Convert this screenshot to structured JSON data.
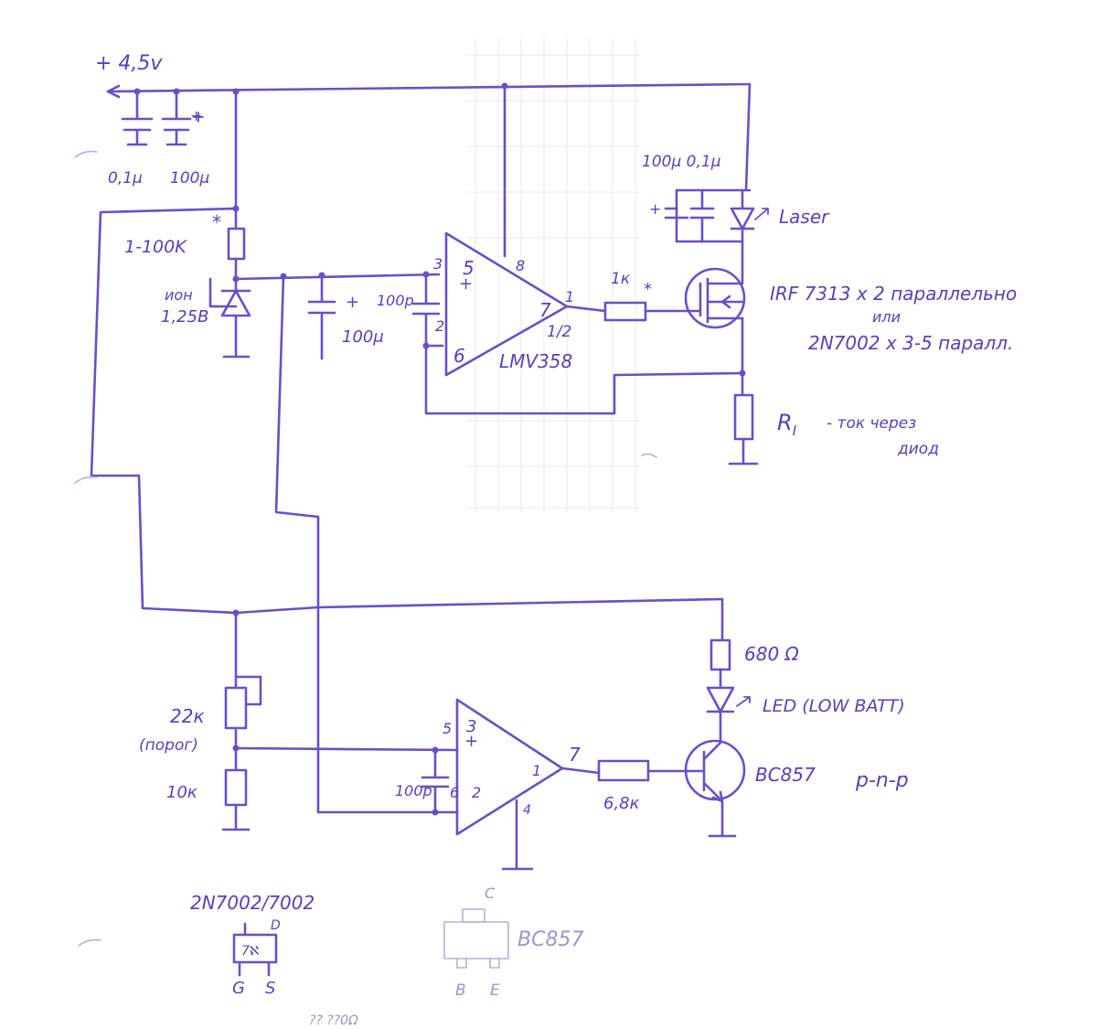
{
  "power": {
    "supply": "+ 4,5v"
  },
  "caps_top": {
    "c1": "0,1μ",
    "c2": "100μ"
  },
  "reference": {
    "resistor": "1-100K",
    "star": "*",
    "ion_line1": "ион",
    "ion_line2": "1,25В"
  },
  "filter": {
    "cap_plus": "+",
    "cap_value": "100μ",
    "feedback_cap": "100p"
  },
  "opamp_top": {
    "pin3": "3",
    "pin5": "5",
    "pin8": "8",
    "pin2": "2",
    "pin6": "6",
    "pin1": "1",
    "pin7": "7",
    "half": "1/2",
    "name": "LMV358"
  },
  "gate_resistor": {
    "value": "1к",
    "star": "*"
  },
  "laser_block": {
    "caps": "100μ 0,1μ",
    "plus": "+",
    "diode": "Laser"
  },
  "mosfet": {
    "line1": "IRF 7313 x 2 параллельно",
    "line2": "или",
    "line3": "2N7002 x 3-5 паралл."
  },
  "sense": {
    "name": "R",
    "sub": "I",
    "desc1": "- ток через",
    "desc2": "диод"
  },
  "lowbatt": {
    "res680": "680 Ω",
    "led": "LED (LOW BATT)",
    "transistor": "BC857",
    "type": "p-n-p",
    "base_res": "6,8к"
  },
  "divider": {
    "pot": "22к",
    "pot_note": "(порог)",
    "r10k": "10к"
  },
  "opamp_bottom": {
    "pin3": "3",
    "pin5": "5",
    "pin2": "2",
    "pin6": "6",
    "pin4": "4",
    "pin1": "1",
    "pin7": "7",
    "cap": "100p"
  },
  "footprints": {
    "mosfet_title": "2N7002/7002",
    "mosfet_mark": "7ℵ",
    "drain": "D",
    "gate": "G",
    "source": "S",
    "bjt_collector": "C",
    "bjt_name": "BC857",
    "bjt_base": "B",
    "bjt_emitter": "E"
  },
  "footer_faint": "?? ??0Ω"
}
